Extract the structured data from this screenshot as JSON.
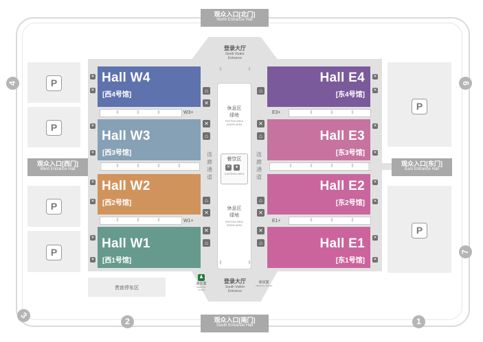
{
  "gates": {
    "north": {
      "cn": "观众入口[北门]",
      "en": "North Entrance Hall"
    },
    "south": {
      "cn": "观众入口[南门]",
      "en": "South Entrance Hall"
    },
    "west": {
      "cn": "观众入口[西门]",
      "en": "West Entrance Hall"
    },
    "east": {
      "cn": "观众入口[东门]",
      "en": "East Entrance Hall"
    }
  },
  "lobbies": {
    "north": {
      "cn": "登录大厅",
      "en1": "North Visitor",
      "en2": "Entrance"
    },
    "south": {
      "cn": "登录大厅",
      "en1": "South Visitor",
      "en2": "Entrance"
    }
  },
  "halls": [
    {
      "name": "Hall W4",
      "cn": "[西4号馆]",
      "color": "#5e72ad"
    },
    {
      "name": "Hall W3",
      "cn": "[西3号馆]",
      "color": "#86a1b5"
    },
    {
      "name": "Hall W2",
      "cn": "[西2号馆]",
      "color": "#d1935c"
    },
    {
      "name": "Hall W1",
      "cn": "[西1号馆]",
      "color": "#669a8c"
    },
    {
      "name": "Hall E4",
      "cn": "[东4号馆]",
      "color": "#7b5a9c"
    },
    {
      "name": "Hall E3",
      "cn": "[东3号馆]",
      "color": "#c6739f"
    },
    {
      "name": "Hall E2",
      "cn": "[东2号馆]",
      "color": "#c9669d"
    },
    {
      "name": "Hall E1",
      "cn": "[东1号馆]",
      "color": "#cb649d"
    }
  ],
  "connectors": {
    "w3": "W3+",
    "w1": "W1+",
    "e3": "E3+",
    "e1": "E1+"
  },
  "corridor": {
    "left": [
      "连",
      "廊",
      "通",
      "道"
    ],
    "right": [
      "连",
      "廊",
      "通",
      "道"
    ]
  },
  "rest_top": {
    "cn1": "休息区",
    "cn2": "绿地",
    "en1": "RESTING AREA",
    "en2": "GREEN AREA"
  },
  "rest_bottom": {
    "cn1": "休息区",
    "cn2": "绿地",
    "en1": "RESTING AREA",
    "en2": "GREEN AREA"
  },
  "catering": {
    "cn": "餐饮区",
    "en": "CATERING AREA"
  },
  "meeting_left": {
    "cn": "会议室",
    "en": "MEETING ROOM"
  },
  "meeting_right": {
    "cn": "会议室",
    "en": "MEETING ROOM"
  },
  "vip_parking": "贵宾停车区",
  "parking_label": "P",
  "route_numbers": [
    "1",
    "2",
    "3",
    "4",
    "6",
    "7"
  ],
  "icons": [
    "parking-icon",
    "toilet-icon",
    "elevator-icon",
    "service-icon",
    "meeting-room-icon"
  ]
}
